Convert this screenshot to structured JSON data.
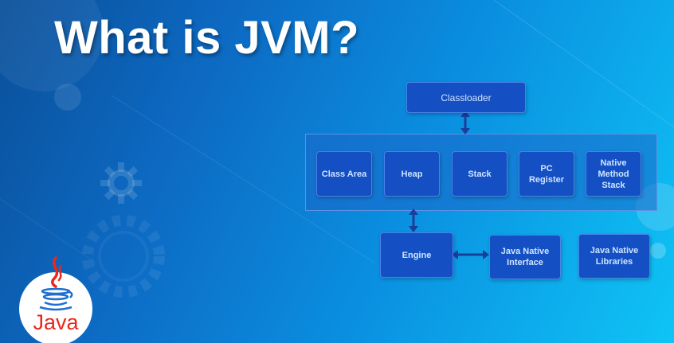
{
  "title": "What is JVM?",
  "diagram": {
    "classloader": "Classloader",
    "runtime_areas": [
      {
        "line1": "Class Area",
        "line2": "",
        "line3": ""
      },
      {
        "line1": "Heap",
        "line2": "",
        "line3": ""
      },
      {
        "line1": "Stack",
        "line2": "",
        "line3": ""
      },
      {
        "line1": "PC",
        "line2": "Register",
        "line3": ""
      },
      {
        "line1": "Native",
        "line2": "Method",
        "line3": "Stack"
      }
    ],
    "engine": "Engine",
    "jni": {
      "line1": "Java Native",
      "line2": "Interface"
    },
    "libraries": {
      "line1": "Java Native",
      "line2": "Libraries"
    }
  },
  "logo": {
    "label": "Java"
  },
  "colors": {
    "box": "#1450c4",
    "box_text": "#cfe4ff",
    "logo_red": "#e8291c",
    "logo_blue": "#1e6fd0"
  }
}
